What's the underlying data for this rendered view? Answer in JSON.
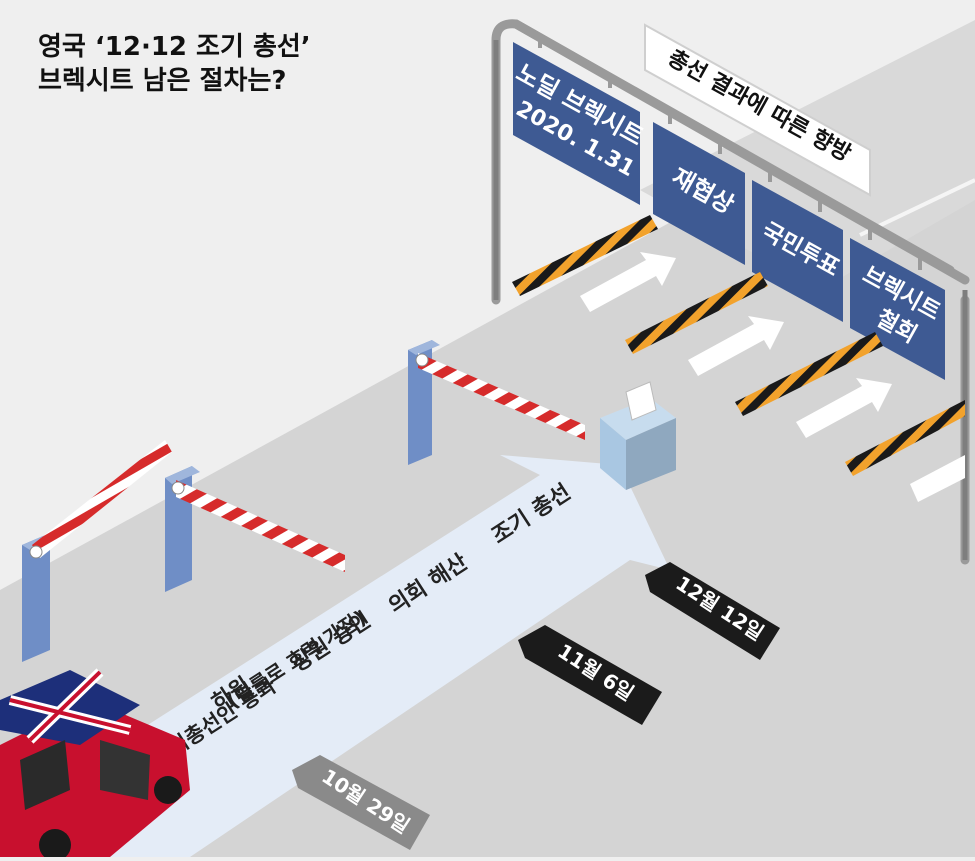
{
  "title": {
    "line1": "영국 ‘12·12 조기 총선’",
    "line2": "브렉시트 남은 절차는?"
  },
  "gantry": {
    "header": "총선 결과에 따른 향방"
  },
  "signs": [
    {
      "line1": "노딜 브렉시트",
      "line2": "2020. 1.31"
    },
    {
      "line1": "재협상",
      "line2": ""
    },
    {
      "line1": "국민투표",
      "line2": ""
    },
    {
      "line1": "브렉시트",
      "line2": "철회"
    }
  ],
  "steps": {
    "lower_house": {
      "line1": "하원",
      "line2": "조기총선안 통과"
    },
    "upper_house": {
      "line1": "상원 승인",
      "line2": "(법률로 효력 가짐)"
    },
    "dissolution": "의회 해산",
    "election": "조기 총선"
  },
  "dates": {
    "d1": "10월 29일",
    "d2": "11월 6일",
    "d3": "12월 12일"
  },
  "colors": {
    "sign_blue": "#3e5a93",
    "road_gray": "#d4d4d4",
    "pole_blue": "#6f8ec6",
    "arrow_light": "#e4ecf7",
    "car_red": "#c8102e"
  }
}
